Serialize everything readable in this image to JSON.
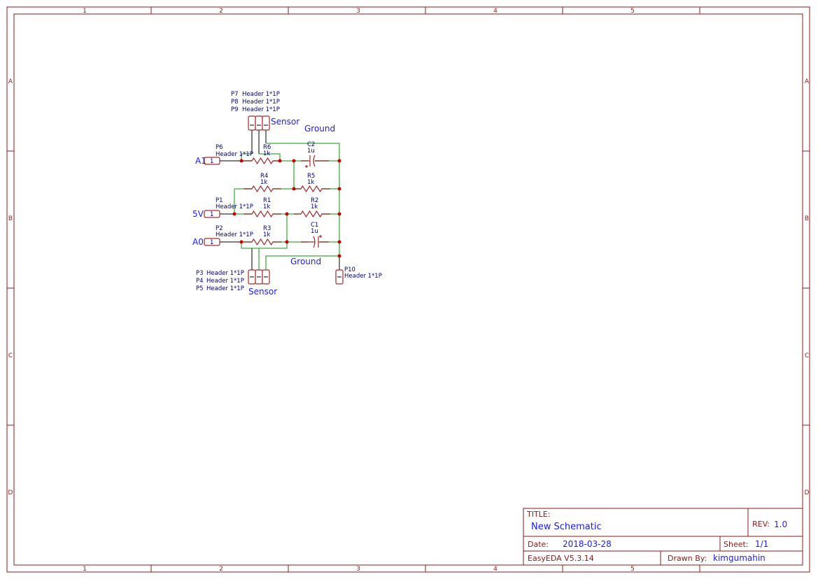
{
  "frame": {
    "columns": [
      "1",
      "2",
      "3",
      "4",
      "5"
    ],
    "rows": [
      "A",
      "B",
      "C",
      "D"
    ]
  },
  "nets": {
    "a1": "A1",
    "v5": "5V",
    "a0": "A0",
    "ground_top": "Ground",
    "ground_bottom": "Ground",
    "sensor_top": "Sensor",
    "sensor_bottom": "Sensor"
  },
  "parts": {
    "P6": {
      "ref": "P6",
      "value": "Header 1*1P",
      "pin": "1"
    },
    "P1": {
      "ref": "P1",
      "value": "Header 1*1P",
      "pin": "1"
    },
    "P2": {
      "ref": "P2",
      "value": "Header 1*1P",
      "pin": "1"
    },
    "P7": {
      "ref": "P7",
      "value": "Header 1*1P"
    },
    "P8": {
      "ref": "P8",
      "value": "Header 1*1P"
    },
    "P9": {
      "ref": "P9",
      "value": "Header 1*1P"
    },
    "P3": {
      "ref": "P3",
      "value": "Header 1*1P"
    },
    "P4": {
      "ref": "P4",
      "value": "Header 1*1P"
    },
    "P5": {
      "ref": "P5",
      "value": "Header 1*1P"
    },
    "P10": {
      "ref": "P10",
      "value": "Header 1*1P"
    },
    "R1": {
      "ref": "R1",
      "value": "1k"
    },
    "R2": {
      "ref": "R2",
      "value": "1k"
    },
    "R3": {
      "ref": "R3",
      "value": "1k"
    },
    "R4": {
      "ref": "R4",
      "value": "1k"
    },
    "R5": {
      "ref": "R5",
      "value": "1k"
    },
    "R6": {
      "ref": "R6",
      "value": "1k"
    },
    "C1": {
      "ref": "C1",
      "value": "1u"
    },
    "C2": {
      "ref": "C2",
      "value": "1u"
    }
  },
  "title_block": {
    "title_label": "TITLE:",
    "title": "New Schematic",
    "rev_label": "REV:",
    "rev": "1.0",
    "date_label": "Date:",
    "date": "2018-03-28",
    "sheet_label": "Sheet:",
    "sheet": "1/1",
    "software": "EasyEDA V5.3.14",
    "drawn_by_label": "Drawn By:",
    "drawn_by": "kimgumahin"
  }
}
